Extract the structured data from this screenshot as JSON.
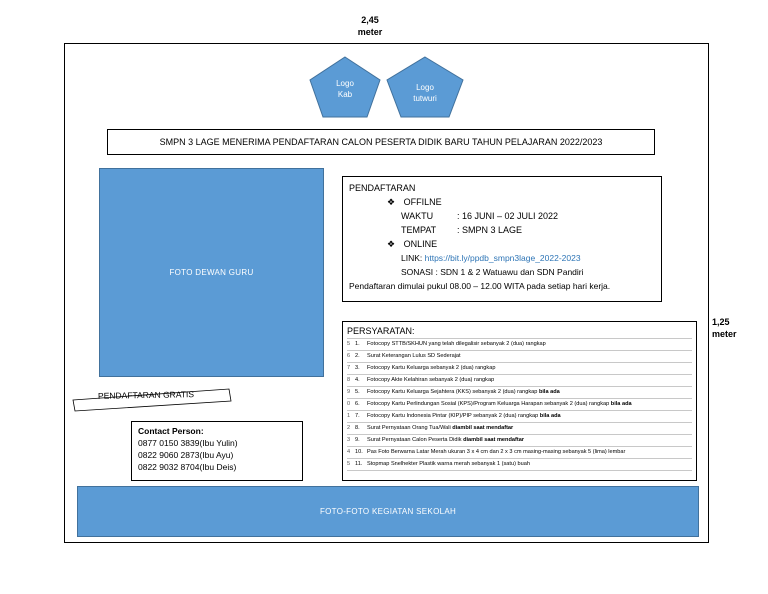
{
  "dimensions": {
    "width_value": "2,45",
    "width_unit": "meter",
    "height_value": "1,25",
    "height_unit": "meter"
  },
  "logos": [
    {
      "line1": "Logo",
      "line2": "Kab",
      "color": "#5b9bd5"
    },
    {
      "line1": "Logo",
      "line2": "tutwuri",
      "color": "#5b9bd5"
    }
  ],
  "headline": "SMPN 3 LAGE MENERIMA PENDAFTARAN CALON PESERTA DIDIK BARU TAHUN PELAJARAN 2022/2023",
  "photo_staff_label": "FOTO DEWAN GURU",
  "photo_activities_label": "FOTO-FOTO KEGIATAN SEKOLAH",
  "registration": {
    "heading": "PENDAFTARAN",
    "offline_label": "OFFILNE",
    "waktu_label": "WAKTU",
    "waktu_value": ": 16 JUNI – 02 JULI 2022",
    "tempat_label": "TEMPAT",
    "tempat_value": ": SMPN 3 LAGE",
    "online_label": "ONLINE",
    "link_label": "LINK: ",
    "link_value": "https://bit.ly/ppdb_smpn3lage_2022-2023",
    "sonasi": "SONASI : SDN 1 & 2 Watuawu dan SDN Pandiri",
    "hours": "Pendaftaran dimulai pukul 08.00 – 12.00 WITA pada setiap hari kerja.",
    "bullet": "❖"
  },
  "requirements": {
    "heading": "PERSYARATAN:",
    "items": [
      {
        "idx": "5",
        "num": "1.",
        "text": "Fotocopy STTB/SKHUN yang telah dilegalisir sebanyak 2 (dua) rangkap",
        "bold": ""
      },
      {
        "idx": "6",
        "num": "2.",
        "text": "Surat Keterangan Lulus SD Sederajat",
        "bold": ""
      },
      {
        "idx": "7",
        "num": "3.",
        "text": "Fotocopy Kartu Keluarga sebanyak 2 (dua) rangkap",
        "bold": ""
      },
      {
        "idx": "8",
        "num": "4.",
        "text": "Fotocopy Akte Kelahiran sebanyak 2 (dua) rangkap",
        "bold": ""
      },
      {
        "idx": "9",
        "num": "5.",
        "text": "Fotocopy Kartu Keluarga Sejahtera (KKS) sebanyak 2 (dua) rangkap ",
        "bold": "bila ada"
      },
      {
        "idx": "0",
        "num": "6.",
        "text": "Fotocopy Kartu Perlindungan Sosial (KPS)/Program Keluarga Harapan sebanyak 2 (dua) rangkap ",
        "bold": "bila ada"
      },
      {
        "idx": "1",
        "num": "7.",
        "text": "Fotocopy Kartu Indonesia Pintar (KIP)/PIP sebanyak 2 (dua) rangkap ",
        "bold": "bila ada"
      },
      {
        "idx": "2",
        "num": "8.",
        "text": "Surat Pernyataan Orang Tua/Wali ",
        "bold": "diambil saat mendaftar"
      },
      {
        "idx": "3",
        "num": "9.",
        "text": "Surat Pernyataan Calon Peserta Didik ",
        "bold": "diambil saat mendaftar"
      },
      {
        "idx": "4",
        "num": "10.",
        "text": "Pas Foto Berwarna Latar Merah ukuran 3 x 4 cm dan 2 x 3 cm masing-masing sebanyak 5 (lima) lembar",
        "bold": ""
      },
      {
        "idx": "5",
        "num": "11.",
        "text": "Stopmap Snelhekter Plastik warna merah sebanyak 1 (satu) buah",
        "bold": ""
      }
    ]
  },
  "free_label": "PENDAFTARAN GRATIS",
  "contact": {
    "heading": "Contact Person:",
    "lines": [
      "0877 0150 3839(Ibu Yulin)",
      "0822 9060 2873(Ibu Ayu)",
      "0822 9032 8704(Ibu Deis)"
    ]
  }
}
